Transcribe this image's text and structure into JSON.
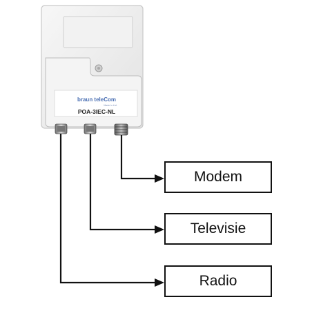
{
  "device": {
    "brand": "braun teleCom",
    "tagline": "Made in Ltd.",
    "model": "POA-3IEC-NL"
  },
  "outputs": [
    {
      "label": "Modem"
    },
    {
      "label": "Televisie"
    },
    {
      "label": "Radio"
    }
  ],
  "colors": {
    "housing": "#efefef",
    "housing_edge": "#c9c9c9",
    "line": "#111111",
    "brand": "#4a6fb3",
    "connector_metal": "#9a9a9a"
  }
}
